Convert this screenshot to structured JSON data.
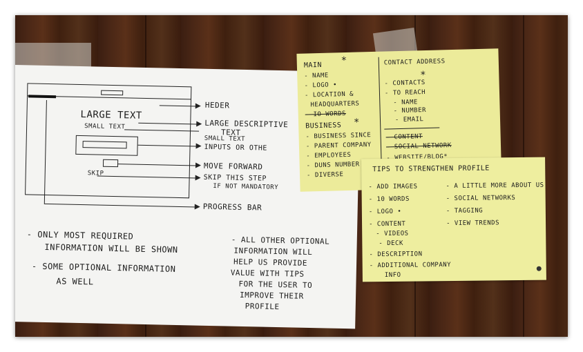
{
  "wireframe": {
    "labels": {
      "large_text": "LARGE TEXT",
      "small_text": "SMALL TEXT",
      "skip": "SKIP",
      "header": "HEDER",
      "large_descriptive": "LARGE DESCRIPTIVE",
      "text": "TEXT",
      "small_text_right": "SMALL TEXT",
      "inputs": "INPUTS OR OTHE",
      "move_forward": "MOVE FORWARD",
      "skip_step": "SKIP THIS STEP",
      "if_not_mandatory": "IF NOT MANDATORY",
      "progress_bar": "PROGRESS BAR"
    },
    "notes_left": [
      "- ONLY MOST REQUIRED",
      "INFORMATION WILL BE SHOWN",
      "- SOME OPTIONAL INFORMATION",
      "AS WELL"
    ],
    "notes_right": [
      "- ALL OTHER OPTIONAL",
      "INFORMATION WILL",
      "HELP US PROVIDE",
      "VALUE WITH TIPS",
      "FOR THE USER TO",
      "IMPROVE THEIR",
      "PROFILE"
    ]
  },
  "sticky_main": {
    "main_title": "MAIN",
    "star": "*",
    "main_items": [
      "- NAME",
      "- LOGO •",
      "- LOCATION &",
      "HEADQUARTERS",
      "- IO WORDS"
    ],
    "business_title": "BUSINESS",
    "business_items": [
      "- BUSINESS SINCE",
      "- PARENT COMPANY",
      "- EMPLOYEES",
      "- DUNS NUMBER",
      "- DIVERSE"
    ],
    "contact_title": "CONTACT ADDRESS",
    "contact_items": [
      "- CONTACTS",
      "- TO REACH",
      "- NAME",
      "- NUMBER",
      "- EMAIL"
    ],
    "content_items": [
      "- CONTENT",
      "- SOCIAL NETWORK",
      "- WEBSITE/BLOG*"
    ]
  },
  "sticky_tips": {
    "title": "TIPS TO STRENGTHEN PROFILE",
    "left_items": [
      "- ADD IMAGES",
      "- 10 WORDS",
      "- LOGO •",
      "- CONTENT",
      "- VIDEOS",
      "- DECK",
      "- DESCRIPTION",
      "- ADDITIONAL COMPANY",
      "INFO"
    ],
    "right_items": [
      "- A LITTLE MORE ABOUT US",
      "- SOCIAL NETWORKS",
      "- TAGGING",
      "- VIEW TRENDS"
    ]
  }
}
